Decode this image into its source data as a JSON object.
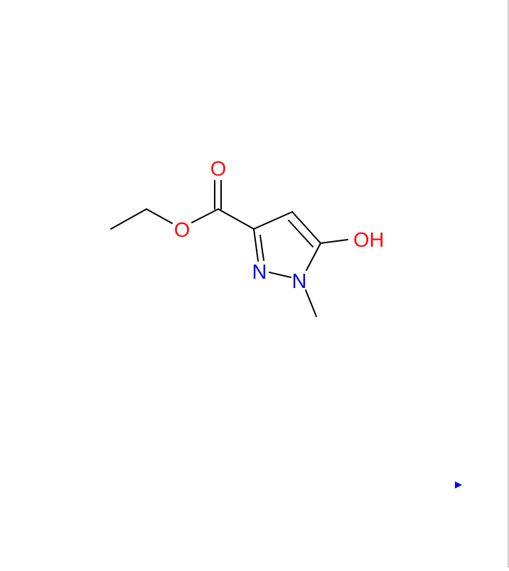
{
  "molecule": {
    "atoms": {
      "carbonyl_oxygen": {
        "label": "O",
        "color": "#ff0d0d"
      },
      "ester_oxygen": {
        "label": "O",
        "color": "#ff0d0d"
      },
      "hydroxyl": {
        "label": "OH",
        "color": "#ff0d0d"
      },
      "ring_nitrogen_2": {
        "label": "N",
        "color": "#0000ff"
      },
      "ring_nitrogen_1": {
        "label": "N",
        "color": "#0000ff"
      }
    },
    "bond_color": "#000000"
  },
  "marker": {
    "icon": "play-triangle-icon",
    "color": "#0000ff"
  }
}
